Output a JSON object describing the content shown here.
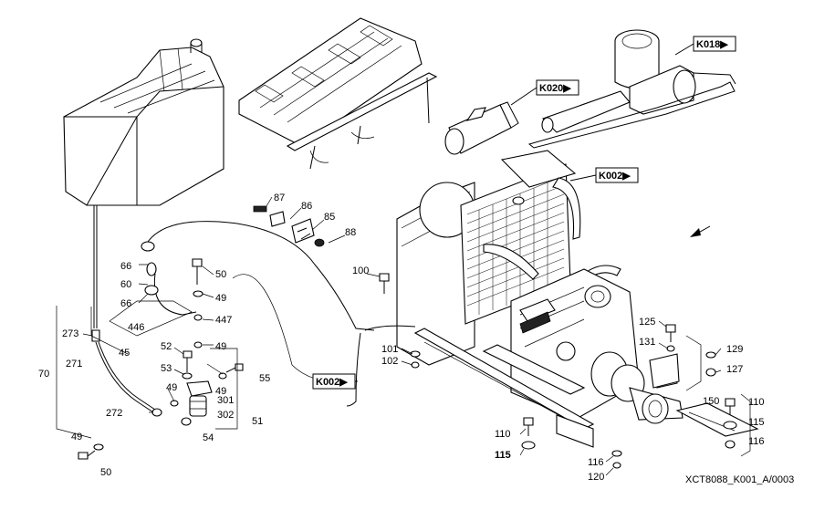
{
  "drawing_id": "XCT8088_K001_A/0003",
  "references": [
    {
      "label": "K018",
      "marker": "▶"
    },
    {
      "label": "K020",
      "marker": "▶"
    },
    {
      "label": "K002",
      "marker": "▶"
    },
    {
      "label": "K002",
      "marker": "▶"
    }
  ],
  "parts": [
    "87",
    "86",
    "85",
    "88",
    "100",
    "66",
    "60",
    "66",
    "50",
    "49",
    "446",
    "447",
    "45",
    "273",
    "70",
    "271",
    "52",
    "49",
    "53",
    "55",
    "49",
    "49",
    "301",
    "302",
    "51",
    "54",
    "272",
    "49",
    "50",
    "101",
    "102",
    "125",
    "131",
    "129",
    "127",
    "150",
    "110",
    "115",
    "116",
    "110",
    "115",
    "116",
    "120"
  ]
}
